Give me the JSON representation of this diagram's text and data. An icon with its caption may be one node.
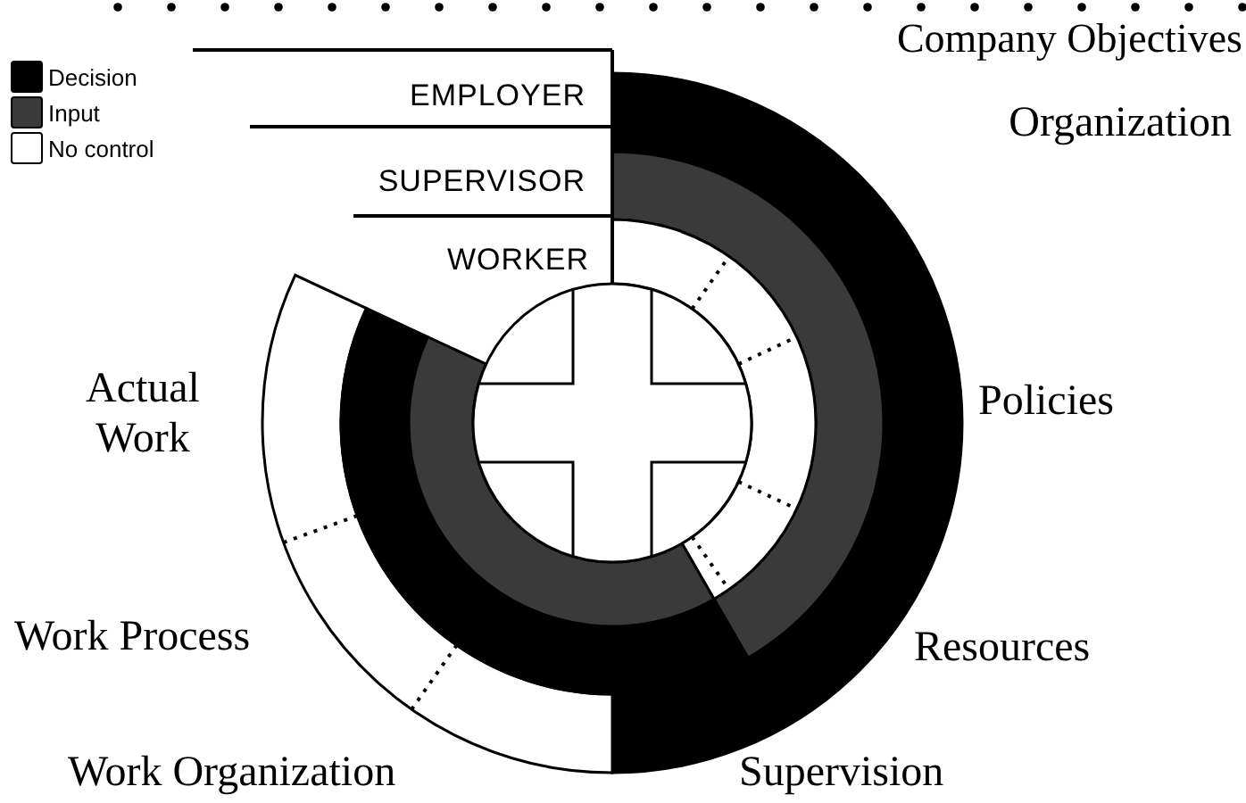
{
  "diagram": {
    "labels": [
      "Company Objectives",
      "EMPLOYER",
      "Organization",
      "SUPERVISOR",
      "WORKER",
      "Actual Work",
      "Policies",
      "Work Process",
      "Resources",
      "Work Organization",
      "Supervision"
    ],
    "legend": [
      {
        "text": "Decision",
        "color": "#000000"
      },
      {
        "text": "Input",
        "color": "#3a3a3a"
      },
      {
        "text": "No control",
        "color": "#ffffff"
      }
    ]
  }
}
